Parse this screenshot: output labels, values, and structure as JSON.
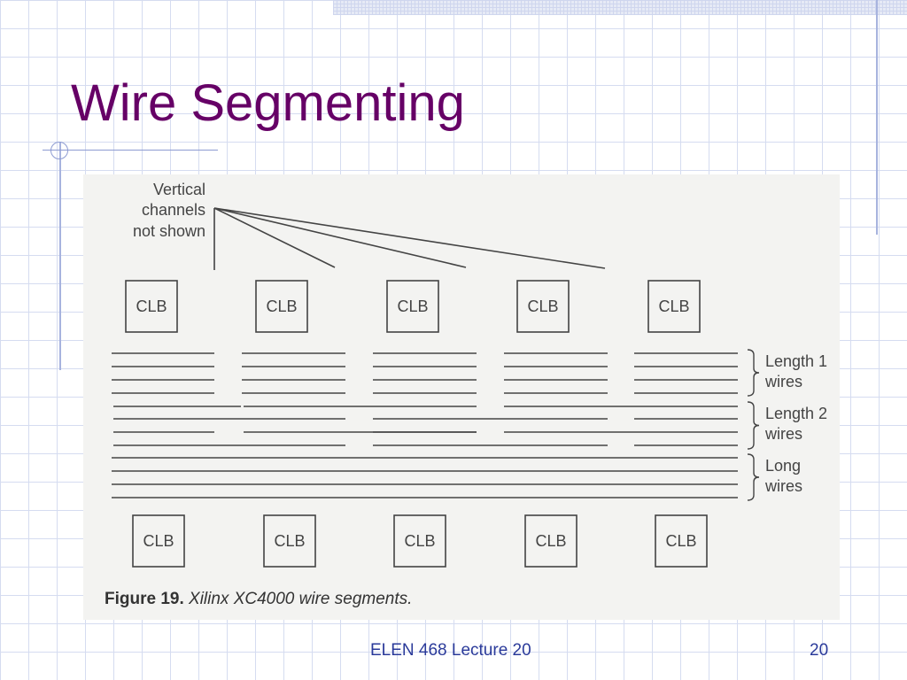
{
  "slide": {
    "title": "Wire Segmenting",
    "footer": "ELEN 468 Lecture 20",
    "page_number": "20"
  },
  "figure": {
    "annotation_lines": [
      "Vertical",
      "channels",
      "not shown"
    ],
    "clb_label": "CLB",
    "top_clb_count": 5,
    "bottom_clb_count": 5,
    "groups": [
      {
        "line1": "Length 1",
        "line2": "wires"
      },
      {
        "line1": "Length 2",
        "line2": "wires"
      },
      {
        "line1": "Long",
        "line2": "wires"
      }
    ],
    "caption_bold": "Figure 19.",
    "caption_text": " Xilinx XC4000 wire segments."
  },
  "colors": {
    "title": "#660066",
    "footer": "#2a3a9a",
    "grid": "#d5dcf0",
    "ink": "#444444"
  }
}
